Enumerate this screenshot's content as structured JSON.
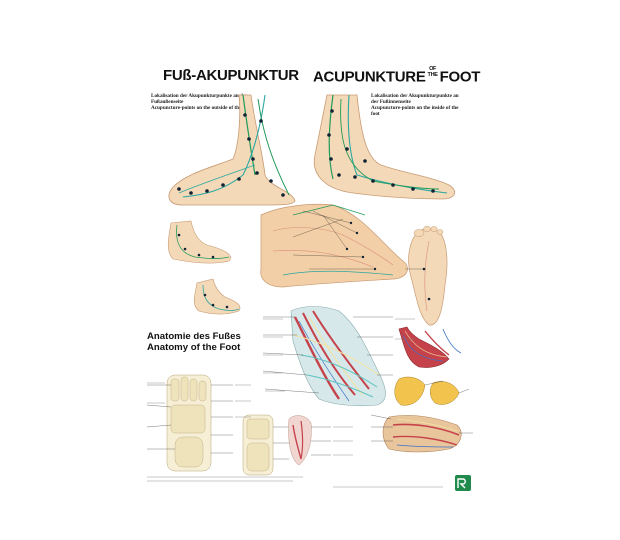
{
  "titles": {
    "left": "FUß-AKUPUNKTUR",
    "right_main": "ACUPUNKTURE",
    "right_of": "OF",
    "right_the": "THE",
    "right_end": "FOOT"
  },
  "subtitles": {
    "left_de": "Lokalisation der Akupunkturpunkte an der Fußaußenseite",
    "left_en": "Acupuncture-points on the outside of the foot",
    "right_de": "Lokalisation der Akupunkturpunkte an der Fußinnenseite",
    "right_en": "Acupuncture-points on the inside of the foot"
  },
  "anatomy": {
    "title_de": "Anatomie des Fußes",
    "title_en": "Anatomy of the Foot"
  },
  "colors": {
    "skin": "#f4d9b8",
    "skin_shade": "#e8bf95",
    "meridian_green": "#1f9a5a",
    "meridian_teal": "#2aa7a0",
    "bone": "#f6efd6",
    "muscle": "#c6424a",
    "tendon": "#f3e3a0",
    "vessel_blue": "#3b73c9"
  }
}
